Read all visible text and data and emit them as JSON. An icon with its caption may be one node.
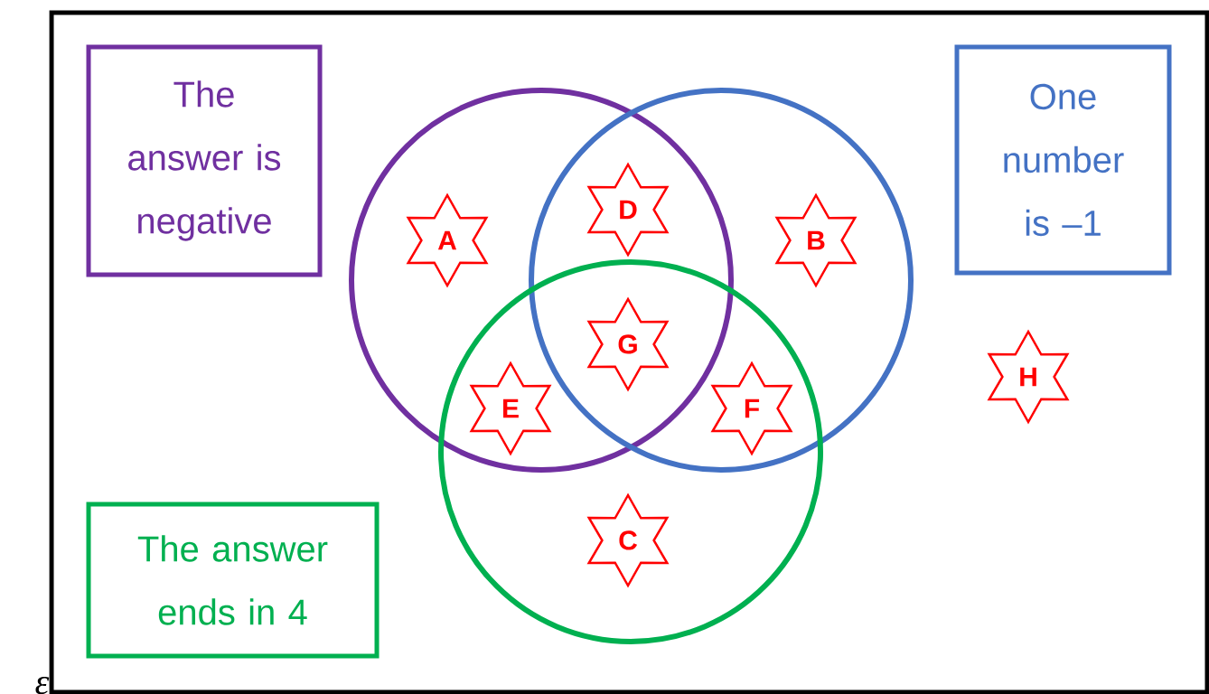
{
  "diagram": {
    "nodes": [
      {
        "text": [
          "ε"
        ]
      },
      {
        "text": [
          "The answer is negative"
        ],
        "in": 0
      },
      {
        "text": [
          "One number is –1"
        ],
        "in": 0
      },
      {
        "text": [],
        "shape": "circle",
        "in": 0
      },
      {
        "text": [],
        "shape": "circle",
        "in": 0
      },
      {
        "text": [],
        "shape": "circle",
        "in": 0
      },
      {
        "text": [
          "D"
        ]
      },
      {
        "text": [
          "A"
        ],
        "in": 3
      },
      {
        "text": [
          "B"
        ],
        "in": 4
      },
      {
        "text": [
          "G"
        ]
      },
      {
        "text": [
          "H"
        ],
        "in": 0
      },
      {
        "text": [
          "E"
        ]
      },
      {
        "text": [
          "F"
        ]
      },
      {
        "text": [
          "C"
        ],
        "in": 5
      },
      {
        "text": [
          "The answer ends in 4"
        ],
        "in": 0
      }
    ]
  }
}
